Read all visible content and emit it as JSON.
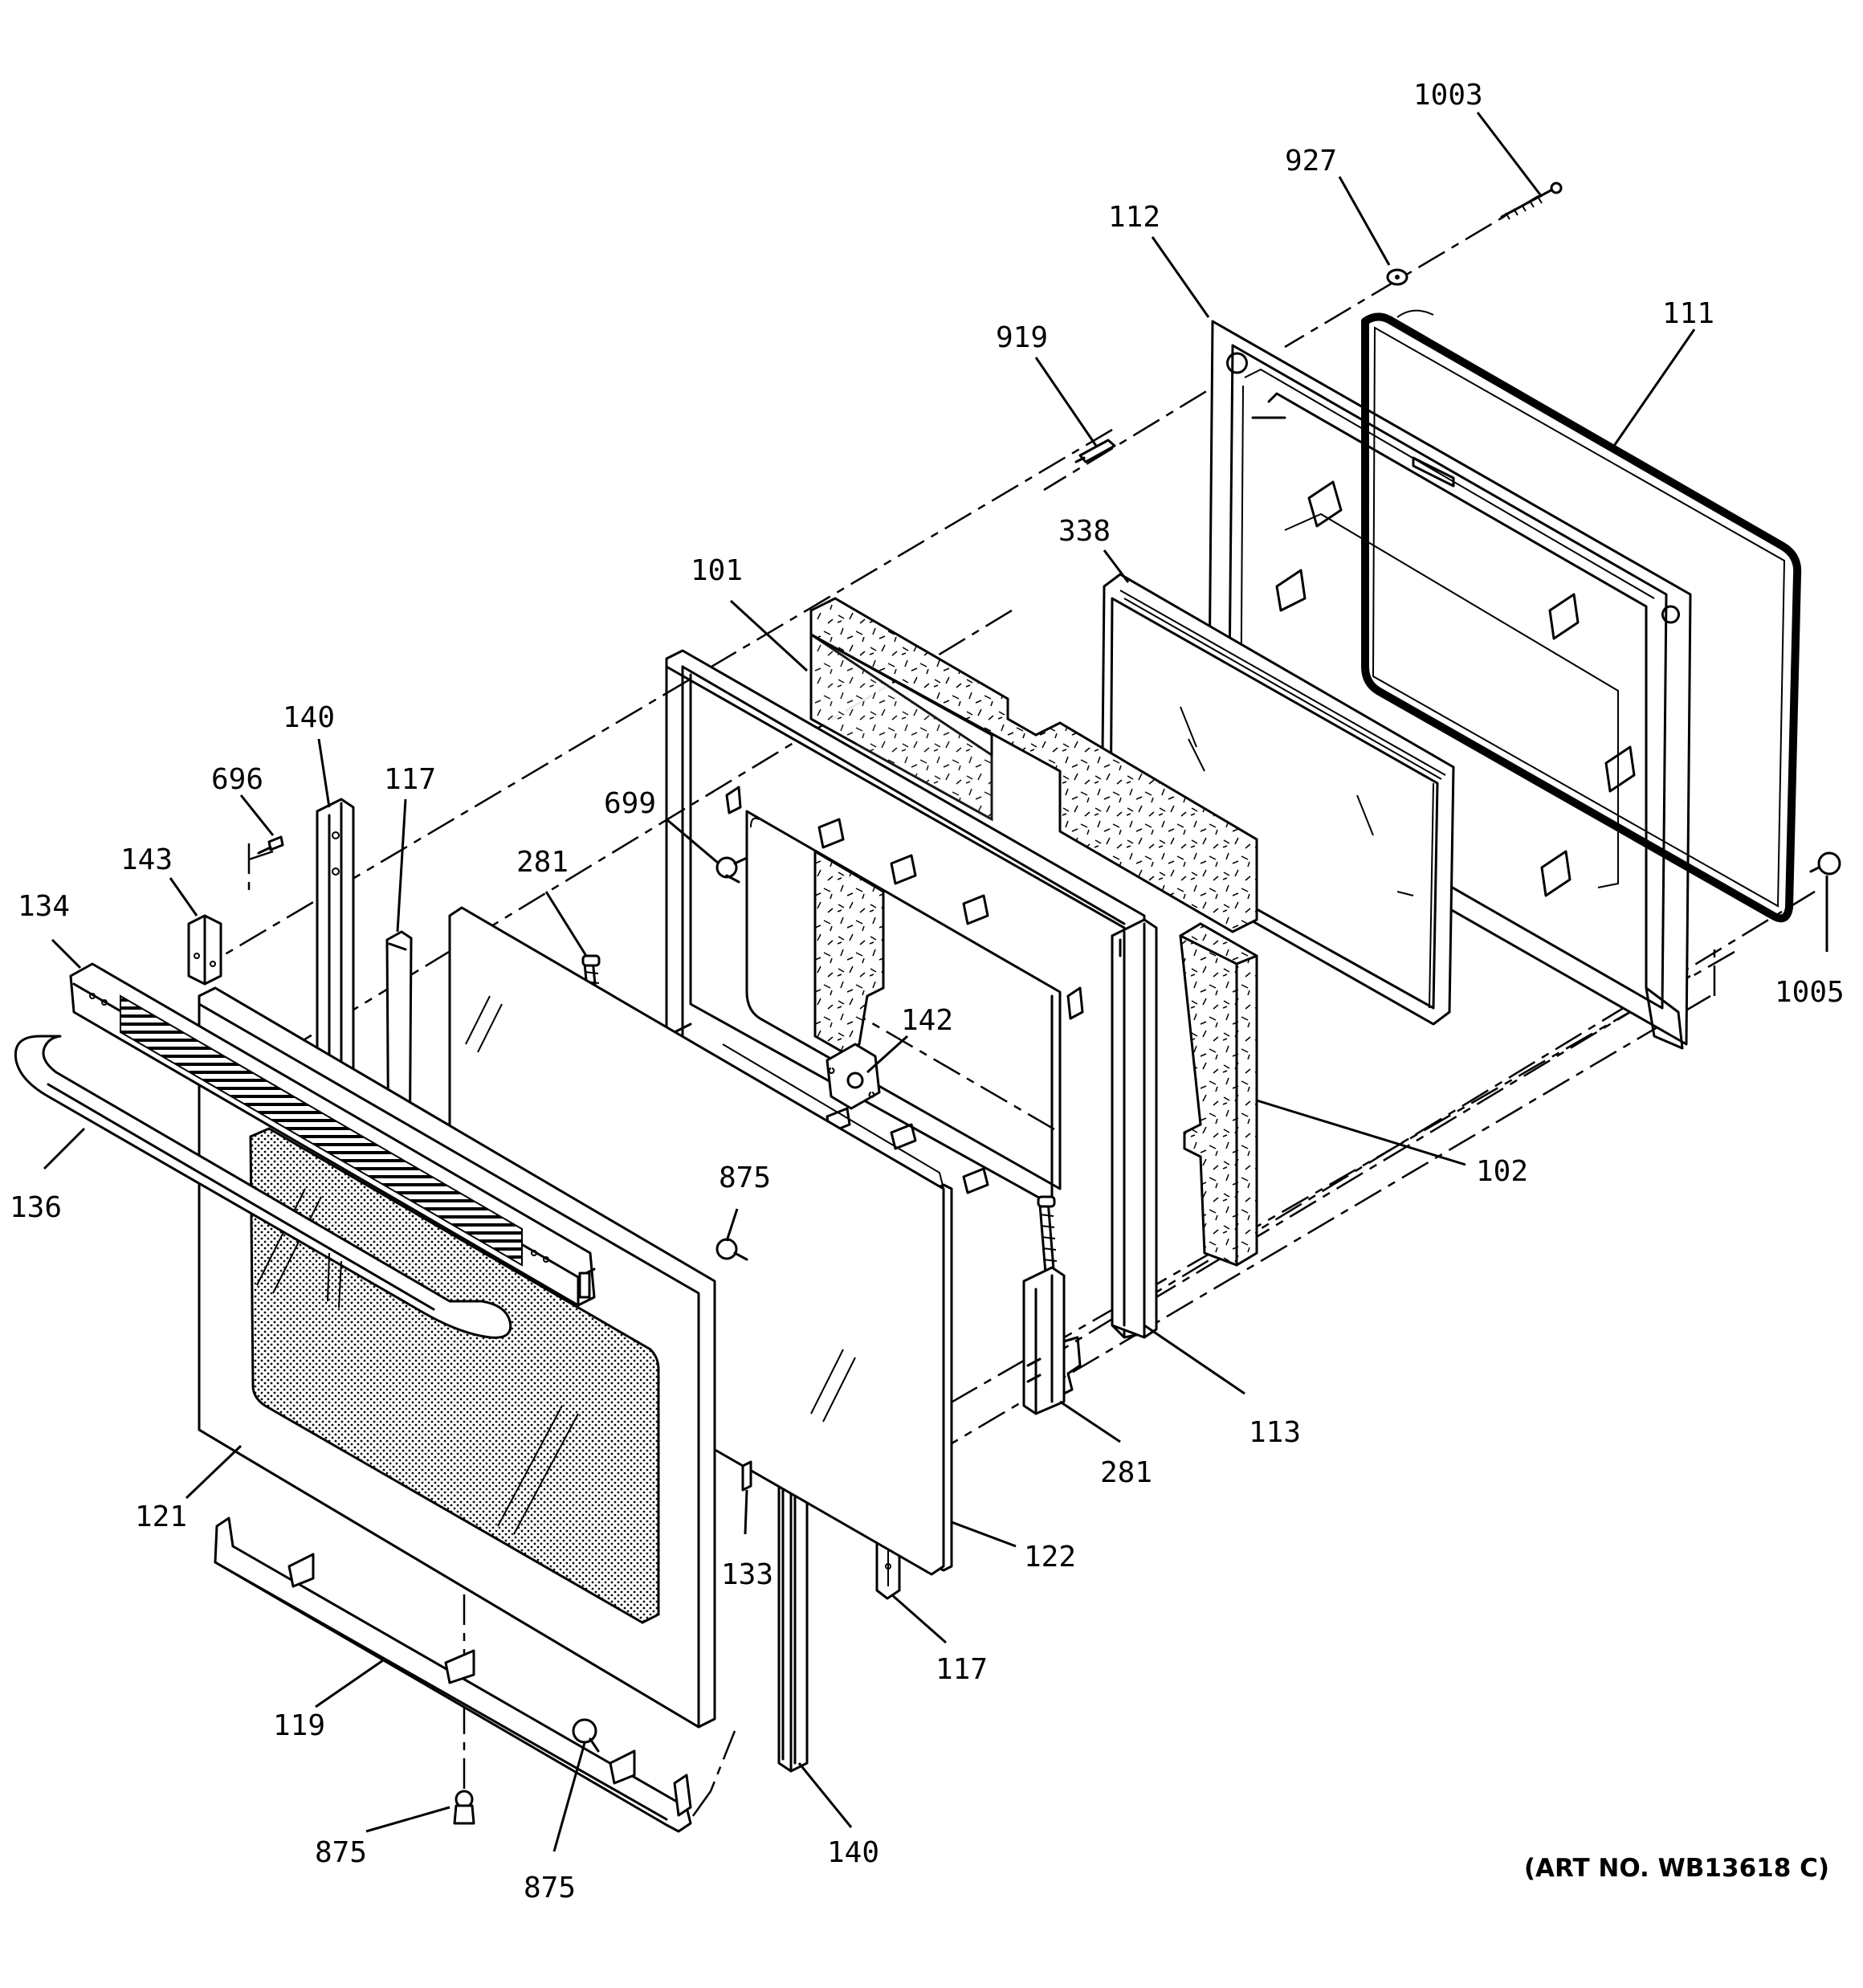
{
  "diagram": {
    "art_number": "(ART NO. WB13618 C)",
    "part_labels": [
      {
        "id": "1003",
        "text": "1003"
      },
      {
        "id": "927",
        "text": "927"
      },
      {
        "id": "112",
        "text": "112"
      },
      {
        "id": "111",
        "text": "111"
      },
      {
        "id": "919",
        "text": "919"
      },
      {
        "id": "338",
        "text": "338"
      },
      {
        "id": "101",
        "text": "101"
      },
      {
        "id": "140-top",
        "text": "140"
      },
      {
        "id": "117-top",
        "text": "117"
      },
      {
        "id": "696",
        "text": "696"
      },
      {
        "id": "699",
        "text": "699"
      },
      {
        "id": "143",
        "text": "143"
      },
      {
        "id": "281-left",
        "text": "281"
      },
      {
        "id": "134",
        "text": "134"
      },
      {
        "id": "142",
        "text": "142"
      },
      {
        "id": "1005",
        "text": "1005"
      },
      {
        "id": "102",
        "text": "102"
      },
      {
        "id": "136",
        "text": "136"
      },
      {
        "id": "875-mid",
        "text": "875"
      },
      {
        "id": "113",
        "text": "113"
      },
      {
        "id": "281-right",
        "text": "281"
      },
      {
        "id": "121",
        "text": "121"
      },
      {
        "id": "122",
        "text": "122"
      },
      {
        "id": "133",
        "text": "133"
      },
      {
        "id": "117-bottom",
        "text": "117"
      },
      {
        "id": "119",
        "text": "119"
      },
      {
        "id": "875-left",
        "text": "875"
      },
      {
        "id": "875-bottom",
        "text": "875"
      },
      {
        "id": "140-bottom",
        "text": "140"
      }
    ]
  }
}
